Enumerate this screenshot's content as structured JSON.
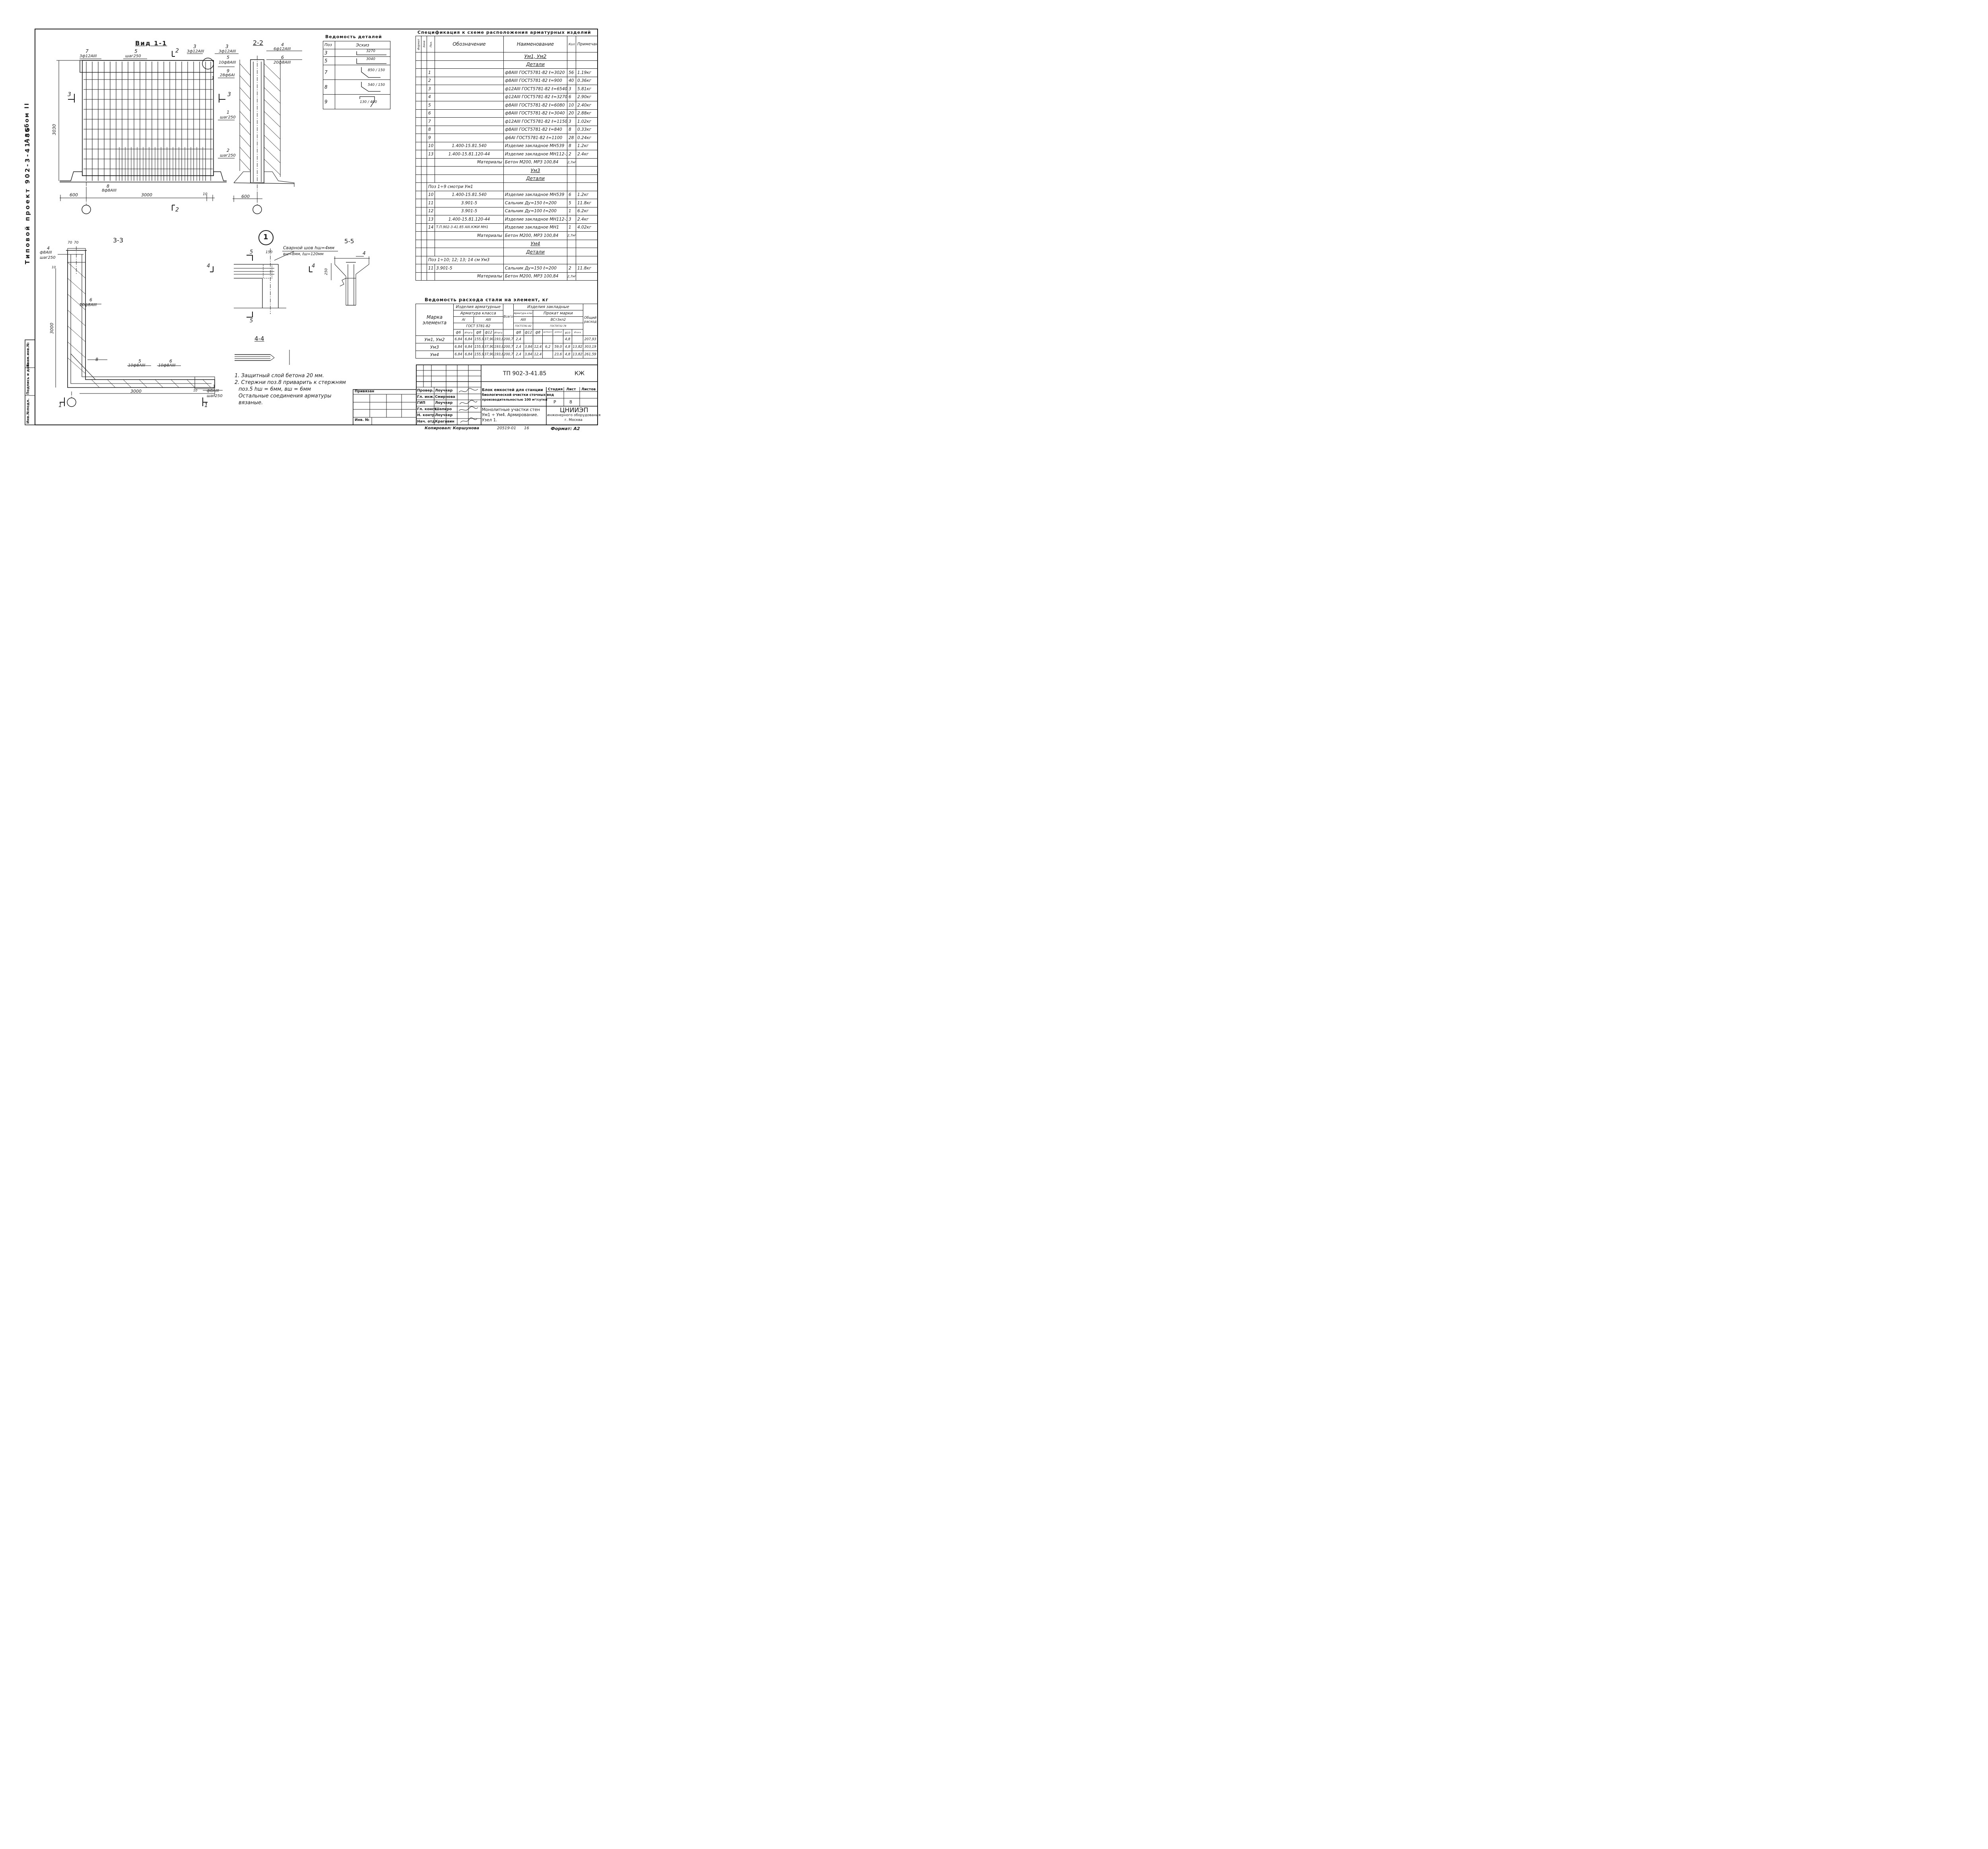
{
  "album": {
    "project": "Типовой проект 902-3-41.85",
    "album": "Альбом II"
  },
  "left_stamp": [
    "Инв.№подл.",
    "Подпись и дата",
    "Взам.инв.№"
  ],
  "view11": {
    "title": "Вид 1-1",
    "labels": [
      "7",
      "3ф12АIII",
      "5",
      "шаг250",
      "3",
      "3ф12АIII",
      "2",
      "3",
      "3ф12АIII",
      "5",
      "10ф8АIII",
      "9",
      "28ф6АI",
      "1",
      "шаг250",
      "2",
      "шаг250",
      "3",
      "3",
      "1",
      "8",
      "8ф8АIII"
    ],
    "dims": [
      "3030",
      "600",
      "3000",
      "10"
    ],
    "cut_labels": [
      "2",
      "2"
    ]
  },
  "section22": {
    "title": "2-2",
    "labels": [
      "4",
      "6ф12АIII",
      "6",
      "20ф8АIII"
    ],
    "dim": "600"
  },
  "section33": {
    "title": "3-3",
    "labels": [
      "4",
      "ф8АIII",
      "шаг250",
      "70",
      "70",
      "6",
      "10ф8АIII",
      "8",
      "5",
      "10ф8АIII",
      "6",
      "10ф8АIII",
      "1",
      "ф8АIII",
      "шаг250",
      "1",
      "1"
    ],
    "dims": [
      "3000",
      "3000",
      "10",
      "10"
    ]
  },
  "node1": {
    "title": "1",
    "weld": "Сварной шов hш=4мм",
    "weld2": "вш=8мм, ℓш=120мм",
    "cut5": "5",
    "dim": "150",
    "cut4": "4"
  },
  "section55": {
    "title": "5-5",
    "label": "4",
    "dim": "250"
  },
  "section44": {
    "title": "4-4"
  },
  "notes": [
    "1. Защитный слой бетона 20 мм.",
    "2. Стержни поз.8 приварить к стержням",
    "поз.5 hш = 6мм, вш = 6мм",
    "Остальные соединения арматуры",
    "вязаные."
  ],
  "details": {
    "title": "Ведомость деталей",
    "headers": [
      "Поз",
      "Эскиз"
    ],
    "rows": [
      {
        "pos": "3",
        "sketch": "3270"
      },
      {
        "pos": "5",
        "sketch": "3040"
      },
      {
        "pos": "7",
        "sketch": "850 / 150"
      },
      {
        "pos": "8",
        "sketch": "540 / 150"
      },
      {
        "pos": "9",
        "sketch": "130 / 400"
      }
    ]
  },
  "spec": {
    "title": "Спецификация к схеме расположения арматурных изделий",
    "headers": [
      "Формат",
      "Зона",
      "Поз.",
      "Обозначение",
      "Наименование",
      "Кол",
      "Примечание"
    ],
    "rows": [
      {
        "pos": "",
        "des": "",
        "name": "Ум1, Ум2",
        "qty": "",
        "note": "",
        "sect": true
      },
      {
        "pos": "",
        "des": "",
        "name": "Детали",
        "qty": "",
        "note": "",
        "sect": true
      },
      {
        "pos": "1",
        "des": "",
        "name": "ф8АIII ГОСТ5781-82 ℓ=3020",
        "qty": "56",
        "note": "1.19кг"
      },
      {
        "pos": "2",
        "des": "",
        "name": "ф8АIII ГОСТ5781-82 ℓ=900",
        "qty": "40",
        "note": "0.36кг"
      },
      {
        "pos": "3",
        "des": "",
        "name": "ф12АIII ГОСТ5781-82 ℓ=6540",
        "qty": "3",
        "note": "5.81кг"
      },
      {
        "pos": "4",
        "des": "",
        "name": "ф12АIII ГОСТ5781-82 ℓ=3270",
        "qty": "6",
        "note": "2.90кг"
      },
      {
        "pos": "5",
        "des": "",
        "name": "ф8АIII ГОСТ5781-82 ℓ=6080",
        "qty": "10",
        "note": "2.40кг"
      },
      {
        "pos": "6",
        "des": "",
        "name": "ф8АIII ГОСТ5781-82 ℓ=3040",
        "qty": "20",
        "note": "2.88кг"
      },
      {
        "pos": "7",
        "des": "",
        "name": "ф12АIII ГОСТ5781-82 ℓ=1150",
        "qty": "3",
        "note": "1.02кг"
      },
      {
        "pos": "8",
        "des": "",
        "name": "ф8АIII ГОСТ5781-82 ℓ=840",
        "qty": "8",
        "note": "0.33кг"
      },
      {
        "pos": "9",
        "des": "",
        "name": "ф6АI ГОСТ5781-82 ℓ=1100",
        "qty": "28",
        "note": "0.24кг"
      },
      {
        "pos": "10",
        "des": "1.400-15.81.540",
        "name": "Изделие закладное МН539",
        "qty": "8",
        "note": "1.2кг"
      },
      {
        "pos": "13",
        "des": "1.400-15.81.120-44",
        "name": "Изделие закладное МН112-3",
        "qty": "2",
        "note": "2.4кг"
      },
      {
        "pos": "",
        "des": "Материалы",
        "name": "Бетон М200, МРЗ 100,84",
        "qty": "2,7м³",
        "note": "",
        "mat": true
      },
      {
        "pos": "",
        "des": "",
        "name": "Ум3",
        "qty": "",
        "note": "",
        "sect": true
      },
      {
        "pos": "",
        "des": "",
        "name": "Детали",
        "qty": "",
        "note": "",
        "sect": true
      },
      {
        "pos": "",
        "des": "Поз 1÷9 смотри Ум1",
        "name": "",
        "qty": "",
        "note": "",
        "span": true
      },
      {
        "pos": "10",
        "des": "1.400-15.81.540",
        "name": "Изделие закладное МН539",
        "qty": "6",
        "note": "1.2кг"
      },
      {
        "pos": "11",
        "des": "3.901-5",
        "name": "Сальник Ду=150 ℓ=200",
        "qty": "5",
        "note": "11.8кг"
      },
      {
        "pos": "12",
        "des": "3.901-5",
        "name": "Сальник Ду=100 ℓ=200",
        "qty": "1",
        "note": "6.2кг"
      },
      {
        "pos": "13",
        "des": "1.400-15.81.120-44",
        "name": "Изделие закладное МН112-3",
        "qty": "3",
        "note": "2.4кг"
      },
      {
        "pos": "14",
        "des": "Т.П.902-3-41.85 АIII.КЖИ МН1",
        "name": "Изделие закладное МН1",
        "qty": "1",
        "note": "4.02кг"
      },
      {
        "pos": "",
        "des": "Материалы",
        "name": "Бетон М200, МРЗ 100,84",
        "qty": "2,7м³",
        "note": "",
        "mat": true
      },
      {
        "pos": "",
        "des": "",
        "name": "Ум4",
        "qty": "",
        "note": "",
        "sect": true
      },
      {
        "pos": "",
        "des": "",
        "name": "Детали",
        "qty": "",
        "note": "",
        "sect": true
      },
      {
        "pos": "",
        "des": "Поз 1÷10; 12; 13; 14 см Ум3",
        "name": "",
        "qty": "",
        "note": "",
        "span": true
      },
      {
        "pos": "11",
        "des": "3.901-5",
        "name": "Сальник Ду=150 ℓ=200",
        "qty": "2",
        "note": "11.8кг"
      },
      {
        "pos": "",
        "des": "Материалы",
        "name": "Бетон М200, МРЗ 100,84",
        "qty": "2,7м³",
        "note": "",
        "mat": true
      }
    ]
  },
  "steel": {
    "title": "Ведомость расхода стали на элемент, кг",
    "mark": "Марка элемента",
    "h1a": "Изделия арматурные",
    "h1b": "Изделия закладные",
    "h1c": "Общий расход",
    "h2a": "Арматура класса",
    "h2b": "Арматура класса",
    "h2c": "Прокат марки",
    "h3": [
      "АI",
      "АIII",
      "Всего",
      "АIII",
      "ВСт3кп2"
    ],
    "h4": [
      "ГОСТ 5781-82",
      "ГОСТ5781-82",
      "ГОСТ8732-78"
    ],
    "h5": [
      "ф6",
      "Итого",
      "ф8",
      "ф12",
      "Итого",
      "ф8",
      "ф12",
      "ф8",
      "ф159х4.5",
      "ф100х4",
      "ф10",
      "Итого"
    ],
    "rows": [
      {
        "mark": "Ум1, Ум2",
        "c": [
          "6,84",
          "6,84",
          "155,99",
          "37,90",
          "193,89",
          "200,73",
          "2,4",
          "",
          "",
          "",
          "",
          "4,8",
          "",
          "207,93"
        ]
      },
      {
        "mark": "Ум3",
        "c": [
          "6,84",
          "6,84",
          "155,99",
          "37,90",
          "193,89",
          "200,73",
          "2,4",
          "3,84",
          "12,4",
          "6,2",
          "59,0",
          "4,8",
          "13,82",
          "303,19"
        ]
      },
      {
        "mark": "Ум4",
        "c": [
          "6,84",
          "6,84",
          "155,99",
          "37,90",
          "193,89",
          "200,73",
          "2,4",
          "3,84",
          "12,4",
          "",
          "23,6",
          "4,8",
          "13,82",
          "261,59"
        ]
      }
    ]
  },
  "titleblock": {
    "code": "ТП 902-3-41.85",
    "kj": "КЖ",
    "attached": "Привязан",
    "inv": "Инв. №",
    "roles": [
      "Провер.",
      "Гл. инж.",
      "ГИП",
      "Гл. конст.",
      "Н. контр.",
      "Нач. отд."
    ],
    "names": [
      "Лоучкер",
      "Смирнова",
      "Лоучкер",
      "Шапиро",
      "Лоучкер",
      "Крагавин"
    ],
    "object": [
      "Блок емкостей для станции",
      "биологической очистки сточных вод",
      "производительностью 100 м³/сутки"
    ],
    "sheet_title": [
      "Монолитные участки стен",
      "Ум1 ÷ Ум4. Армирование.",
      "Узел 1."
    ],
    "stage_h": "Стадия",
    "sheet_h": "Лист",
    "sheets_h": "Листов",
    "stage": "Р",
    "sheet": "8",
    "org": "ЦНИИЭП",
    "org2": "инженерного оборудования",
    "city": "г. Москва",
    "copied": "Копировал: Коршунова",
    "num": "20519-01",
    "num2": "16",
    "format": "Формат: А2"
  }
}
